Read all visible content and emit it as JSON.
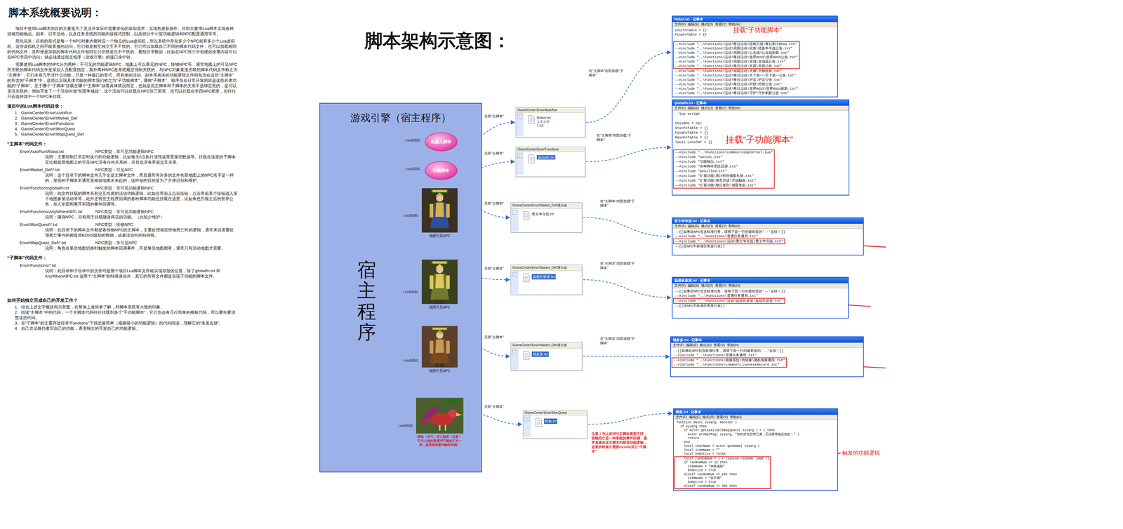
{
  "diagram": {
    "title": "脚本架构示意图：",
    "nodes": [
      {
        "text": [
          "游戏引擎（宿主程序）",
          "宿主程序"
        ]
      },
      {
        "text": [
          "机器人脚本"
        ],
        "in": 0
      },
      {
        "text": [
          "功能脚本"
        ],
        "in": 0
      },
      {
        "text": [
          "地图可见NPC"
        ],
        "in": 0
      },
      {
        "text": [
          "地图可见NPC"
        ],
        "in": 0
      },
      {
        "text": [
          "地图可见NPC"
        ],
        "in": 0
      },
      {
        "text": [
          "怪物（NPC）死亡触发（注意！它与上述的普通NPC概念不太一样，是系统的事件触发回调）"
        ],
        "in": 0
      },
      {
        "text": [
          "\\GameCenter\\Envir\\AutoRun",
          "Robot.txt",
          "文本文档",
          "1 KB"
        ]
      },
      {
        "text": [
          "\\GameCenter\\Envir\\Functions",
          "globalfn.txt"
        ]
      },
      {
        "text": [
          "\\GameCenter\\Envir\\Market_Def\\通天城",
          "君主争夺战.txt"
        ]
      },
      {
        "text": [
          "\\GameCenter\\Envir\\Market_Def\\通天城",
          "血战长坂坡.txt"
        ]
      },
      {
        "text": [
          "\\GameCenter\\Envir\\Market_Def\\通天城",
          "钱多多.txt"
        ]
      },
      {
        "text": [
          "\\GameCenter\\Envir\\MonQuest",
          "鳄鱼.txt"
        ]
      },
      {
        "text": [
          "Robot.txt - 记事本",
          "文件(F)  编辑(E)  格式(O)  查看(V)  帮助(H)",
          "InitFnTable = {}",
          "FinaFnTable = {}",
          "--#include \"..\\Functions\\活动\\每日活动\\怪物入侵\\每日刷小BOSS.txt\"",
          "--#include \"..\\Functions\\活动\\周期活动\\轮换\\轮换争夺战公告.txt\"",
          "--#include \"..\\Functions\\活动\\周期活动\\公会战\\公会战刷新.txt\"",
          "--#include \"..\\Functions\\活动\\每日活动\\世界BOSS\\世界BOSS公告.txt\"",
          "--#include \"..\\Functions\\活动\\周期活动\\攻城\\攻城战公告.txt\"",
          "--#include \"..\\Functions\\活动\\每日活动\\答题\\答题公告.txt\"",
          "--#include \"..\\Functions\\活动\\周期活动\\天梯\\天梯结算.txt\"",
          "--#include \"..\\Functions\\活动\\每日活动\\天下第一\\天下第一公告.txt\"",
          "--#include \"..\\Functions\\活动\\每日活动\\护送\\护送公告.txt\"",
          "--#include \"..\\Functions\\活动\\每日活动\\狩猎\\狩猎公告.txt\"",
          "--#include \"..\\Functions\\活动\\每日活动\\世界BOSS\\世界BOSS刷新.txt\"",
          "--#include \"..\\Functions\\活动\\每日活动\\守护\\守护刷新公告.txt\""
        ]
      },
      {
        "text": [
          "globalfn.txt - 记事本",
          "文件(F)  编辑(E)  格式(O)  查看(V)  帮助(H)",
          "--lua script",
          "thisNPC = nil",
          "InitFnTable = {}",
          "FinaFnTable = {}",
          "MainFnTable = {}",
          "local LocalDT = {}",
          "--#include \"..\\Functions\\common\\SimpleTool.lua\"",
          "--#include \"AAsync.txt\"",
          "--#include \"功能物品.txt\"",
          "--#include \"各种脚本系统回调.txt\"",
          "--#include \"pkkilled.txt\"",
          "--#include \"扩展功能\\累计时间领取礼物.txt\"",
          "--#include \"扩展功能\\角色升级\\升级触发.txt\"",
          "--#include \"扩展功能\\每日签到\\领取奖励.txt\""
        ]
      },
      {
        "text": [
          "君主争夺战.txt - 记事本",
          "文件(F)  编辑(E)  格式(O)  查看(V)  帮助(H)",
          "--[[如果此NPC包含标准任务，请将下面一行的最前面的'--'去掉！]]",
          "--#include \"..\\Functions\\普通任务通用.txt\"",
          "--#include \"..\\Functions\\活动\\君主争夺战\\君主争夺战.txt\"",
          "--[[此NPC中标准任务发行表]]"
        ]
      },
      {
        "text": [
          "血战长坂坡.txt - 记事本",
          "文件(F)  编辑(E)  格式(O)  查看(V)  帮助(H)",
          "--[[如果此NPC包含标准任务，请将下面一行的最前面的'--'去掉！]]",
          "--#include \"..\\Functions\\普通任务通用.txt\"",
          "--#include \"..\\Functions\\活动\\血战长坂坡\\血战长坂坡.txt\"",
          "--[[此NPC中标准任务发行表]]"
        ]
      },
      {
        "text": [
          "钱多多.txt - 记事本",
          "文件(F)  编辑(E)  格式(O)  查看(V)  帮助(H)",
          "--[[如果此NPC包含标准任务，请将下面一行的最前面的'--'去掉！]]",
          "--#include \"..\\Functions\\普通任务通用.txt\"",
          "--#include \"..\\Functions\\镜像系统\\仿镜像\\随机镜像通用.txt\"",
          "--#include \"..\\Functions\\common\\LivenessRecord.inc\""
        ]
      },
      {
        "text": [
          "鳄鱼.txt - 记事本",
          "文件(F)  编辑(E)  格式(O)  查看(V)  帮助(H)",
          "function main( sysarg, monster )",
          "  if sysarg then",
          "    if Actor.getAvailableBagSpace( sysarg ) < 1 then",
          "      Actor.promptMsg( sysarg, \"你的背包空间已满，无法获得物品奖励！\" )",
          "      return",
          "    end",
          "    local charName = Actor.getName( sysarg )",
          "    local itemName = \"\"",
          "    local boNotice = false",
          "    local randomNum = 1 + (System.random( 1000 ))",
          "    if randomNum <= 12 then",
          "      itemName = \"神装项链\"",
          "      boNotice = true",
          "    elseif randomNum <= 102 then",
          "      itemName = \"金手镯\"",
          "      boNotice = true",
          "    elseif randomNum <= 303 then"
        ]
      }
    ],
    "edges": [
      {
        "from": 1,
        "to": 7,
        "label": "关联“主脚本”",
        "arrow": "both"
      },
      {
        "from": 2,
        "to": 8,
        "label": "关联“主脚本”",
        "arrow": "both"
      },
      {
        "from": 3,
        "to": 9,
        "label": "关联“主脚本”",
        "arrow": "both"
      },
      {
        "from": 4,
        "to": 10,
        "label": "关联“主脚本”",
        "arrow": "both"
      },
      {
        "from": 5,
        "to": 11,
        "label": "关联“主脚本”",
        "arrow": "both"
      },
      {
        "from": 6,
        "to": 12,
        "label": "关联“主脚本”",
        "arrow": "both"
      },
      {
        "from": 7,
        "to": 13,
        "label": "在“主脚本”内部挂载“子脚本”",
        "arrow": "to"
      },
      {
        "from": 8,
        "to": 14,
        "label": "在“主脚本”内部挂载“子脚本”",
        "arrow": "to"
      },
      {
        "from": 9,
        "to": 15,
        "label": "在“主脚本”内部挂载“子脚本”",
        "arrow": "to"
      },
      {
        "from": 10,
        "to": 16,
        "label": "在“主脚本”内部挂载“子脚本”",
        "arrow": "to"
      },
      {
        "from": 11,
        "to": 17,
        "label": "在“主脚本”内部挂载“子脚本”",
        "arrow": "to"
      },
      {
        "from": 12,
        "to": 18,
        "arrow": "to"
      }
    ],
    "labels": [
      "脚本系统概要说明：",
      "项目中使用Lua脚本的目的主要是为了灵活开发应对需要变化的策划需求，实现热更新操作。目前主要用Lua脚本实现各种游戏功能物品、副本、日常活动，以及任务系统的功能内容模式控制，以及部分中小型功能逻辑和NPC配置通用等等。",
      "简化说来：目前的形式是每一个NPC对象内都对应一个独立的Lua虚拟机，所以系统中存在多少个NPC就有多少个Lua虚拟机，这些虚拟机之间不能直接的访问，它们都是相互独立互不干扰的。它们可以加载自己不同的脚本代码文件，也可以加载相同的代码文件，且即便是加载的脚本代码文件相同它们仍然是互不干扰的。要想共享数据（比如在NPC张三中创建的变量内容可以在NPC李四中访问）就必须通过宿主程序（游戏引擎）的接口来中转。",
      "需要使用Lua脚本的NPC分为两种：不可见的功能逻辑NPC，地图上可以看见的NPC，怪物NPC等，通常地图上的可见NPC所关联的脚本代码文件是策划人员配置指定，其外两种NPC是系统规定强制关联的。与NPC对象直接关联的脚本代码文件称之为“主脚本”，它们本身几乎没什么功能，只是一种接口的形式，而具体的活动、副本等具体的功能逻辑文件则包含在这些“主脚本”的所含的“子脚本”中，这些以实现具体功能的脚本我们称之为“子功能脚本”，通称“子脚本”。程序员在日常开发的就是这些具体功能的“子脚本”。至于哪个“子脚本”挂载在哪个“主脚本”就看具体情况而定，也就是说主脚本和子脚本的关系不是绑定死的，是可以灵活关联的。例如开发了一个活动叫做“军团争城战”，这个活动可以挂载在NPC张三那里，也可以挂载在李四NPC那里，但往往只会选择其中一个NPC来挂载。",
      "项目中的Lua脚本代码目录：",
      "1、GameCenter\\Envir\\AutoRun",
      "2、GameCenter\\Envir\\Market_Def",
      "3、GameCenter\\Envir\\Functions",
      "4、GameCenter\\Envir\\MonQuest",
      "5、GameCenter\\Envir\\MapQuest_Def",
      "“主脚本”代码文件：",
      "Envir\\AutoRun\\Robot.txt",
      "NPC类型：非可见功能逻辑NPC",
      "说明：主要控制日常定时执行的功能逻辑，比如每天0点执行清理或重置某些数据等。挂载在这里的子脚本定位都是跟地图上的可见NPC没有任何关系的，并且也没有界面交互关系。",
      "Envir\\Market_Def\\*.txt",
      "NPC类型：可见NPC",
      "说明：这个目录下的脚本文件几乎全是主脚本文件，而且通常有许多的文件名跟地图上的NPC名字是一样的，里面的子脚本名通常是根据地图名来起的，这样做的目的是为了方便识别和维护。",
      "Envir\\Functions\\globalfn.txt",
      "NPC类型：非可见功能逻辑NPC",
      "说明：此文件挂载的脚本具有交互性质的活动功能逻辑，比如在界面上点击按钮，点击界面某个按钮进入某个地图参加活动等等，此外还有些主程序回调的各种脚本功能也挂载在这里，比如角色升级之后的世界公告，加入军团和离开军团的事件回调等。",
      "Envir\\Functions\\AnyWhereNPC.txt",
      "NPC类型：非可见功能逻辑NPC",
      "说明：随身NPC，目前用于挂载随身商店的功能。（比较少维护）",
      "Envir\\MonQuest\\*.txt",
      "NPC类型：怪物NPC",
      "说明：此目录下的脚本文件都是各怪物NPC的主脚本，主要处理相应怪物死亡时的逻辑，通常来说需要处理死亡事件的都是些BOSS级别的怪物，或者活动中的特殊怪。",
      "Envir\\MapQuest_Def\\*.txt",
      "NPC类型：非可见NPC",
      "说明：角色在某些地图切换时触发的脚本回调事件，不是每张地图都有，通常只有活动地图才需要。",
      "“子脚本”代码文件：",
      "Envir\\Functions\\*.txt",
      "说明：此目录和子目录中的文件均是整个项目Lua脚本文件能实现存放的位置，除了globalfn.txt 和 AnyWhereNPC.txt 这两个“主脚本”的特殊身份外，其它的所有文件都是实现子功能的脚本文件。",
      "如何开始独立完成自己的开发工作？",
      "1、结合上述文字概述和示意图，在整体上做简单了解，对脚本系统有大致的印象。",
      "2、阅读“主脚本”中的代码，一个主脚本代码往往挂载到多个“子功能脚本”，它们也会有几行简单的模板代码，所以要先要清楚这些代码。",
      "3、在“子脚本”的主要存放目录“Functions”下找些最简单（规模很小的功能逻辑）的代码阅读，理解它的“来龙去脉”。",
      "4、自己尝试模仿着写自己的功能，逐渐独立的开发自己的功能逻辑。",
      "Lua虚拟机",
      "Lua虚拟机",
      "Lua虚拟机",
      "Lua虚拟机",
      "Lua虚拟机",
      "Lua虚拟机",
      "注意！与上述NPC主脚本类型不同，怪物死亡是一种系统的事件回调，通常直接在这主脚本内部加功能逻辑，必要的时候才需要include其它“子脚本”",
      "挂载“子功能脚本”",
      "挂载“子功能脚本”",
      "触发的功能逻辑"
    ]
  }
}
